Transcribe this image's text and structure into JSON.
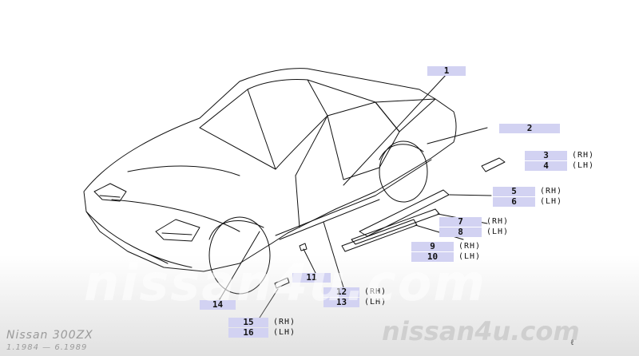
{
  "callouts": {
    "c1": "1",
    "c2": "2",
    "c3": "3",
    "c4": "4",
    "c5": "5",
    "c6": "6",
    "c7": "7",
    "c8": "8",
    "c9": "9",
    "c10": "10",
    "c11": "11",
    "c12": "12",
    "c13": "13",
    "c14": "14",
    "c15": "15",
    "c16": "16"
  },
  "sides": {
    "rh": "(RH)",
    "lh": "(LH)"
  },
  "watermark": {
    "main": "nissan4u.com",
    "corner": "nissan4u.com"
  },
  "caption": {
    "model": "Nissan 300ZX",
    "dates": "1.1984 — 6.1989",
    "mark": "ℓ"
  },
  "colors": {
    "label_bg": "#d2d2f2",
    "line": "#111111"
  }
}
